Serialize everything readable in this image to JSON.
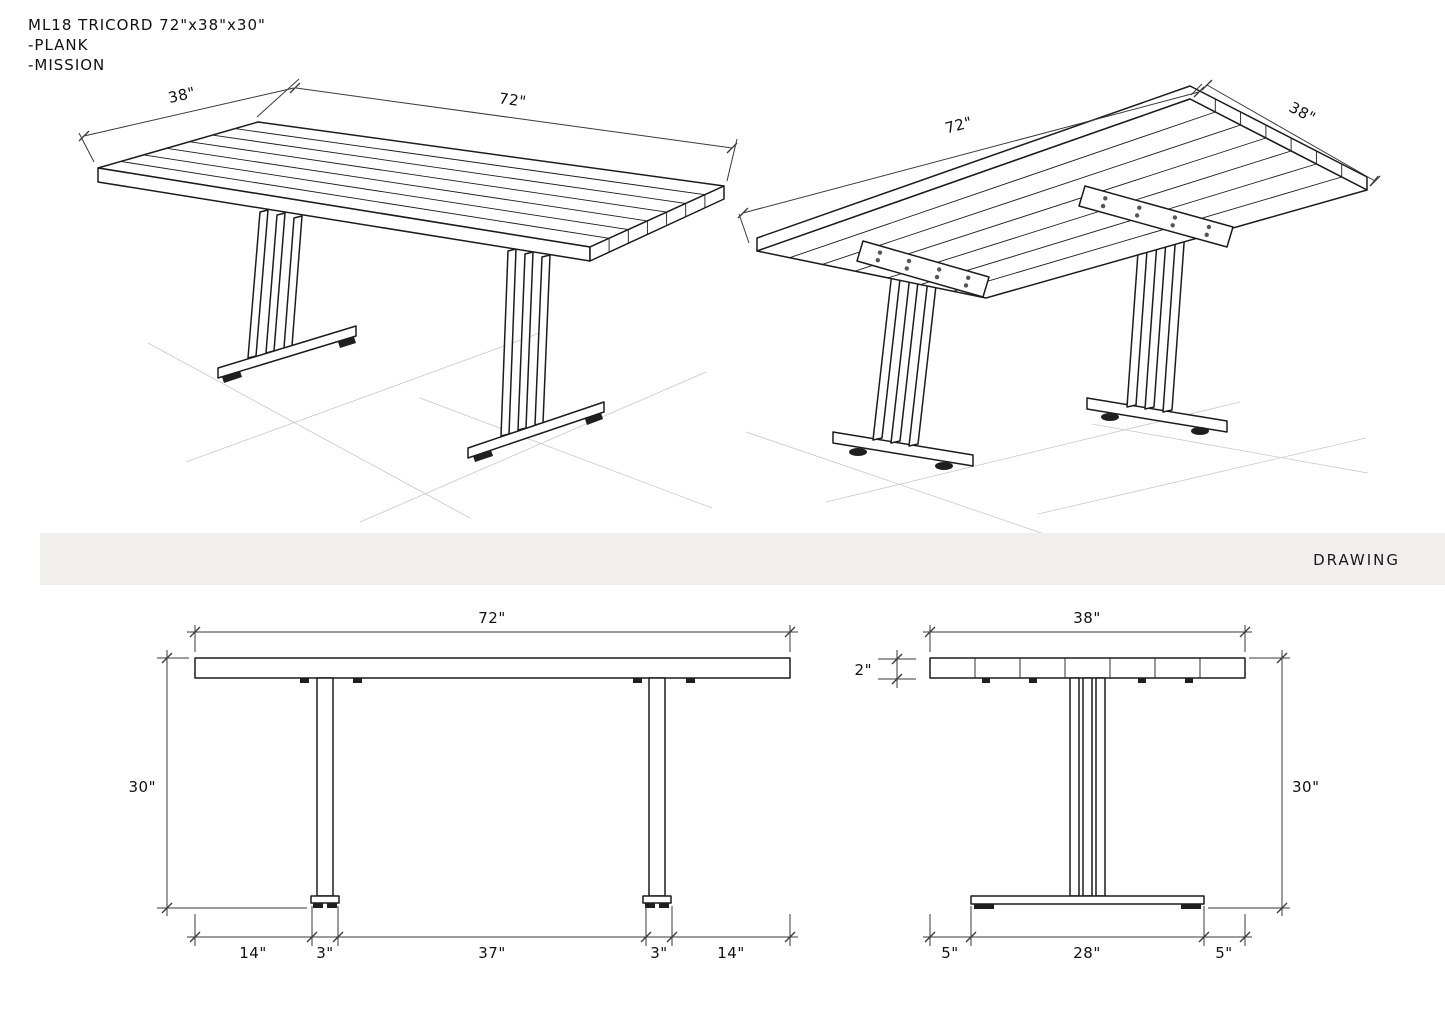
{
  "header": {
    "title": "ML18 TRICORD 72\"x38\"x30\"",
    "line2": "-PLANK",
    "line3": "-MISSION"
  },
  "section_bar": {
    "label": "DRAWING"
  },
  "iso_top": {
    "dim_width": "38\"",
    "dim_length": "72\""
  },
  "iso_bottom": {
    "dim_length": "72\"",
    "dim_width": "38\""
  },
  "front_view": {
    "dim_width": "72\"",
    "dim_height": "30\"",
    "dim_thickness": "2\"",
    "dim_bottom": [
      "14\"",
      "3\"",
      "37\"",
      "3\"",
      "14\""
    ]
  },
  "side_view": {
    "dim_width": "38\"",
    "dim_height": "30\"",
    "dim_bottom": [
      "5\"",
      "28\"",
      "5\""
    ]
  },
  "colors": {
    "line": "#1c1c1c",
    "dim": "#3a3a3a",
    "band": "#f0efec",
    "floor": "#c9c9c6"
  }
}
